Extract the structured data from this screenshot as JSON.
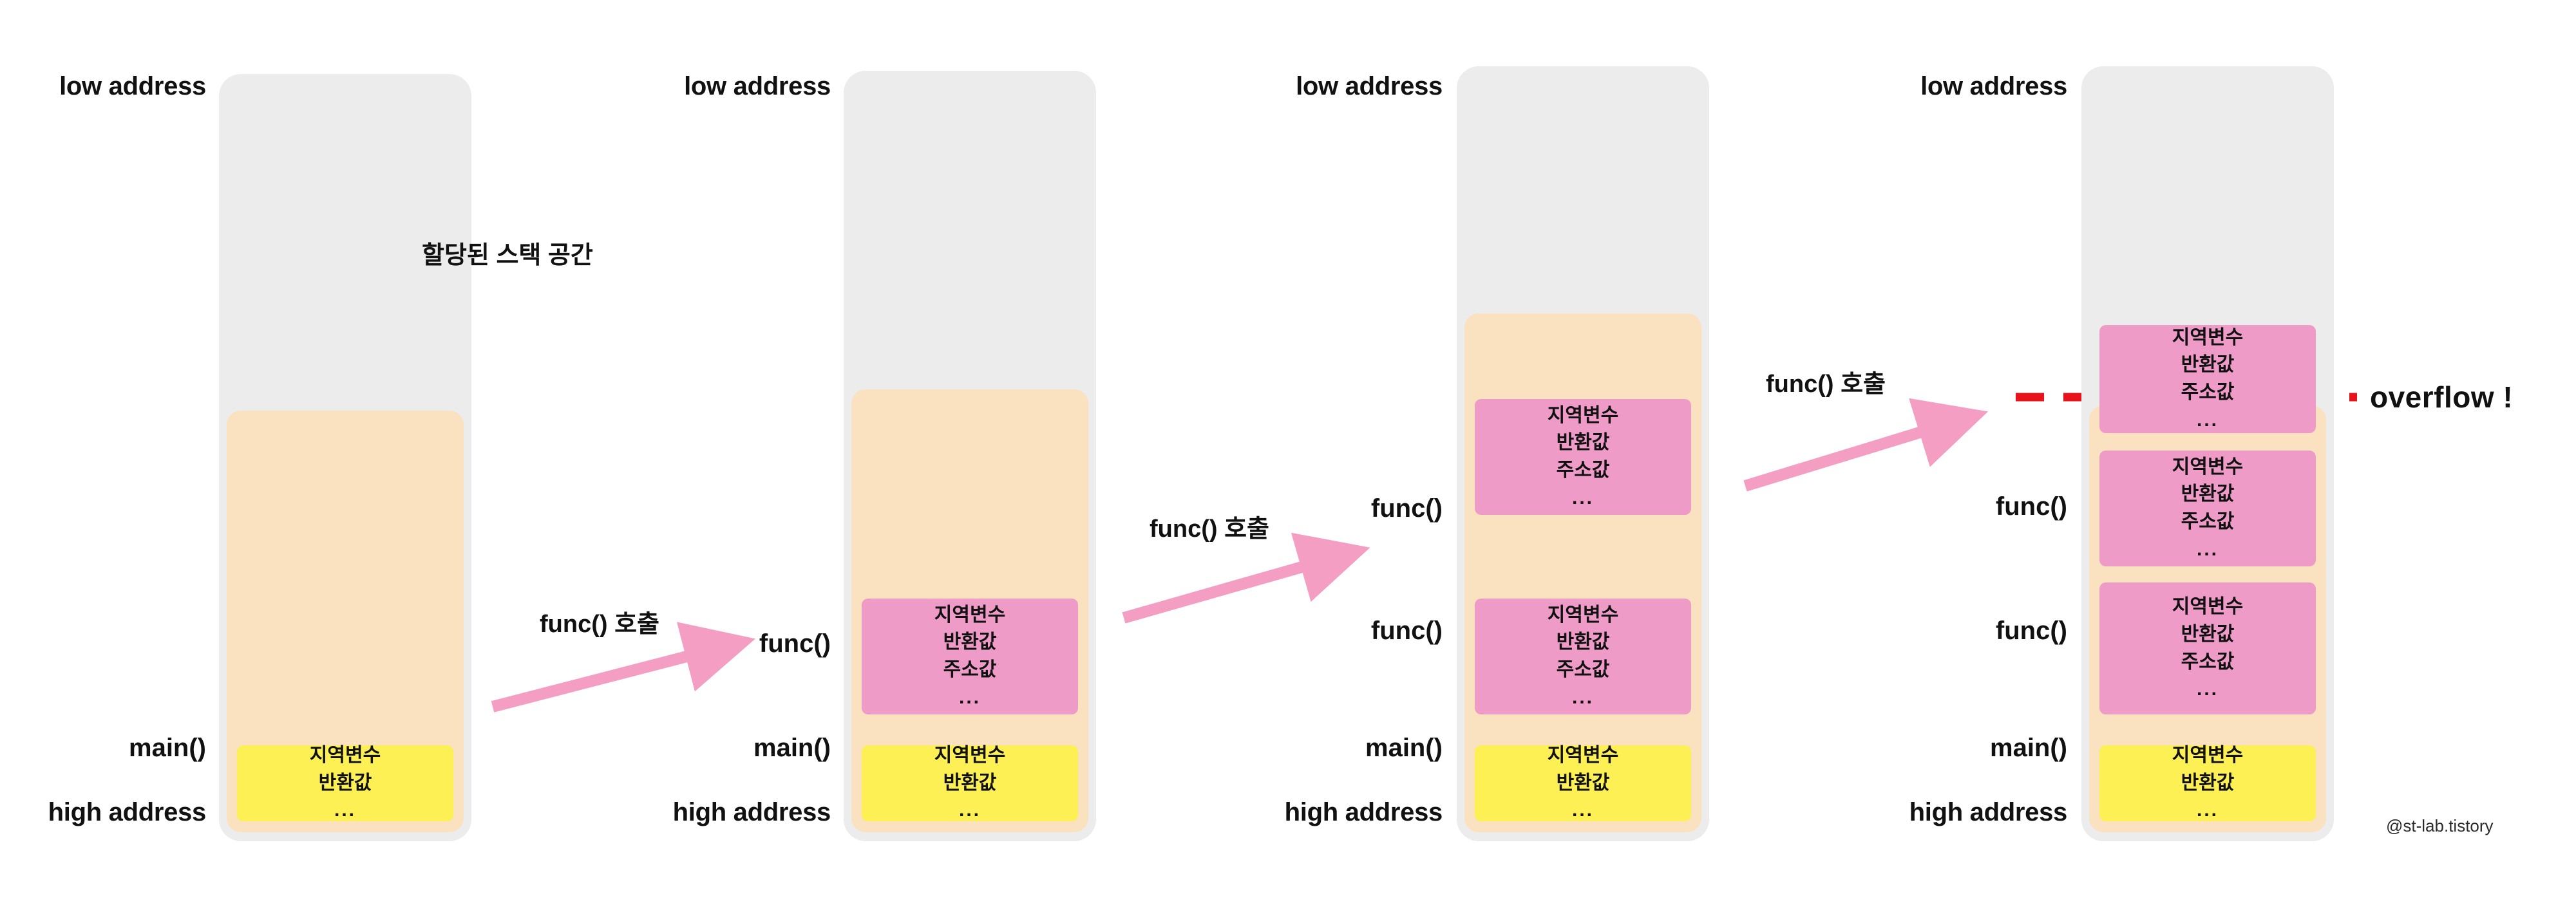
{
  "diagram": {
    "title": "Stack frame growth and stack overflow",
    "watermark": "@st-lab.tistory",
    "colors": {
      "container": "#ececec",
      "allocated": "#fae1bf",
      "func_frame": "#ee9cc7",
      "main_frame": "#fcf055",
      "alloc_arrow": "#1f2189",
      "call_arrow": "#f49ec4",
      "overflow_line": "#e8131a"
    },
    "labels": {
      "low_address": "low address",
      "high_address": "high address",
      "main": "main()",
      "func": "func()",
      "call_func": "func() 호출",
      "allocated_space": "할당된 스택 공간",
      "overflow": "overflow !"
    },
    "frame_lines": {
      "local_var": "지역변수",
      "return_value": "반환값",
      "address_value": "주소값",
      "ellipsis": "..."
    }
  },
  "stages": [
    {
      "id": "stage-1",
      "low_address": "low address",
      "high_address": "high address",
      "annotation": "할당된 스택 공간",
      "frames": [
        {
          "label": "main()",
          "kind": "main",
          "lines": [
            "지역변수",
            "반환값",
            "..."
          ]
        }
      ]
    },
    {
      "id": "stage-2",
      "low_address": "low address",
      "high_address": "high address",
      "call_label": "func() 호출",
      "frames": [
        {
          "label": "func()",
          "kind": "func",
          "lines": [
            "지역변수",
            "반환값",
            "주소값",
            "..."
          ]
        },
        {
          "label": "main()",
          "kind": "main",
          "lines": [
            "지역변수",
            "반환값",
            "..."
          ]
        }
      ]
    },
    {
      "id": "stage-3",
      "low_address": "low address",
      "high_address": "high address",
      "call_label": "func() 호출",
      "frames": [
        {
          "label": "func()",
          "kind": "func",
          "lines": [
            "지역변수",
            "반환값",
            "주소값",
            "..."
          ]
        },
        {
          "label": "func()",
          "kind": "func",
          "lines": [
            "지역변수",
            "반환값",
            "주소값",
            "..."
          ]
        },
        {
          "label": "main()",
          "kind": "main",
          "lines": [
            "지역변수",
            "반환값",
            "..."
          ]
        }
      ]
    },
    {
      "id": "stage-4",
      "low_address": "low address",
      "high_address": "high address",
      "call_label": "func() 호출",
      "overflow_label": "overflow !",
      "frames": [
        {
          "label": "",
          "kind": "func",
          "overflowing": true,
          "lines": [
            "지역변수",
            "반환값",
            "주소값",
            "..."
          ]
        },
        {
          "label": "func()",
          "kind": "func",
          "lines": [
            "지역변수",
            "반환값",
            "주소값",
            "..."
          ]
        },
        {
          "label": "func()",
          "kind": "func",
          "lines": [
            "지역변수",
            "반환값",
            "주소값",
            "..."
          ]
        },
        {
          "label": "main()",
          "kind": "main",
          "lines": [
            "지역변수",
            "반환값",
            "..."
          ]
        }
      ]
    }
  ]
}
